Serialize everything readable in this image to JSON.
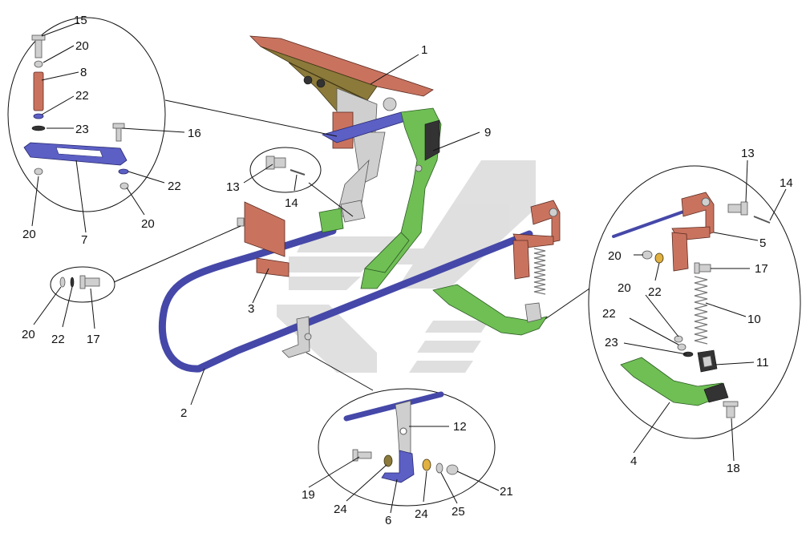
{
  "labels": {
    "n1": "1",
    "n2": "2",
    "n3": "3",
    "n4": "4",
    "n5": "5",
    "n6": "6",
    "n7": "7",
    "n8": "8",
    "n9": "9",
    "n10": "10",
    "n11": "11",
    "n12": "12",
    "n13a": "13",
    "n13b": "13",
    "n14a": "14",
    "n14b": "14",
    "n15": "15",
    "n16": "16",
    "n17a": "17",
    "n17b": "17",
    "n18": "18",
    "n19": "19",
    "n20a": "20",
    "n20b": "20",
    "n20c": "20",
    "n20d": "20",
    "n20e": "20",
    "n20f": "20",
    "n21": "21",
    "n22a": "22",
    "n22b": "22",
    "n22c": "22",
    "n22d": "22",
    "n22e": "22",
    "n23a": "23",
    "n23b": "23",
    "n24a": "24",
    "n24b": "24",
    "n25": "25"
  },
  "colors": {
    "red_part": "#c9735f",
    "green_part": "#6fbf55",
    "blue_rod": "#4548a8",
    "steel": "#cfcfcf",
    "watermark": "#d9d9d9"
  }
}
